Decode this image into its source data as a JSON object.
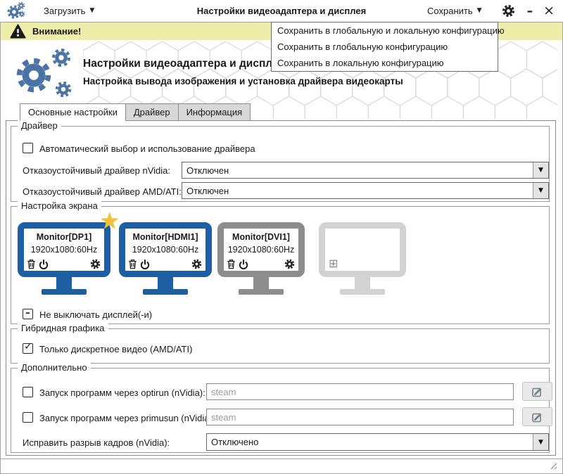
{
  "icons": {
    "check": "✓",
    "dash": "–",
    "star": "★",
    "plus_box": "⊞",
    "dropdown_arrow": "▼",
    "minimize": "–",
    "close": "×"
  },
  "colors": {
    "monitor_blue": "#1d5fa2",
    "monitor_gray": "#8d8d8d",
    "monitor_empty": "#d2d2d2",
    "logo_blue": "#4b74a6",
    "warning_bg": "#eeeeab",
    "star_gold": "#eec233"
  },
  "toolbar": {
    "load_label": "Загрузить",
    "title": "Настройки видеоадаптера и дисплея",
    "save_label": "Сохранить"
  },
  "warning": {
    "text": "Внимание!"
  },
  "save_menu": {
    "items": [
      "Сохранить в глобальную и локальную конфигурацию",
      "Сохранить в глобальную конфигурацию",
      "Сохранить в локальную конфигурацию"
    ]
  },
  "header": {
    "title": "Настройки видеоадаптера и дисплея",
    "subtitle": "Настройка вывода изображения и установка драйвера видеокарты"
  },
  "tabs": [
    {
      "label": "Основные настройки",
      "active": true
    },
    {
      "label": "Драйвер",
      "active": false
    },
    {
      "label": "Информация",
      "active": false
    }
  ],
  "driver_group": {
    "legend": "Драйвер",
    "auto_label": "Автоматический выбор и использование драйвера",
    "nvidia_label": "Отказоустойчивый драйвер nVidia:",
    "nvidia_value": "Отключен",
    "amd_label": "Отказоустойчивый драйвер AMD/ATI:",
    "amd_value": "Отключен"
  },
  "screen_group": {
    "legend": "Настройка экрана",
    "monitors": [
      {
        "name": "Monitor[DP1]",
        "mode": "1920x1080:60Hz",
        "primary": true
      },
      {
        "name": "Monitor[HDMI1]",
        "mode": "1920x1080:60Hz",
        "primary": false
      },
      {
        "name": "Monitor[DVI1]",
        "mode": "1920x1080:60Hz",
        "primary": false
      }
    ],
    "keep_on_label": "Не выключать дисплей(-и)"
  },
  "hybrid_group": {
    "legend": "Гибридная графика",
    "discrete_label": "Только дискретное видео (AMD/ATI)"
  },
  "extra_group": {
    "legend": "Дополнительно",
    "optirun_label": "Запуск программ через optirun (nVidia):",
    "optirun_placeholder": "steam",
    "primusun_label": "Запуск программ через primusun (nVidia):",
    "primusun_placeholder": "steam",
    "tearing_label": "Исправить разрыв кадров (nVidia):",
    "tearing_value": "Отключено"
  }
}
